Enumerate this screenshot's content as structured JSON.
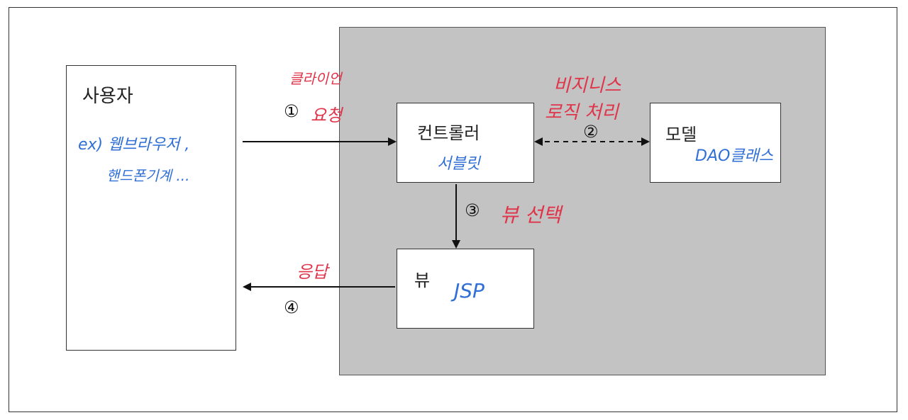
{
  "user": {
    "title": "사용자",
    "example_line1": "ex) 웹브라우저 ,",
    "example_line2": "핸드폰기계 ..."
  },
  "controller": {
    "title": "컨트롤러",
    "sub": "서블릿"
  },
  "model": {
    "title": "모델",
    "sub": "DAO클래스"
  },
  "view": {
    "title": "뷰",
    "sub": "JSP"
  },
  "steps": {
    "s1_num": "①",
    "s1_label_top": "클라이언",
    "s1_label_bottom": "요청",
    "s2_num": "②",
    "s2_label_top": "비지니스",
    "s2_label_bottom": "로직 처리",
    "s3_num": "③",
    "s3_label": "뷰 선택",
    "s4_num": "④",
    "s4_label": "응답"
  },
  "colors": {
    "annotation_red": "#e0344a",
    "annotation_blue": "#2f6fd6",
    "container_gray": "#c3c3c3"
  }
}
